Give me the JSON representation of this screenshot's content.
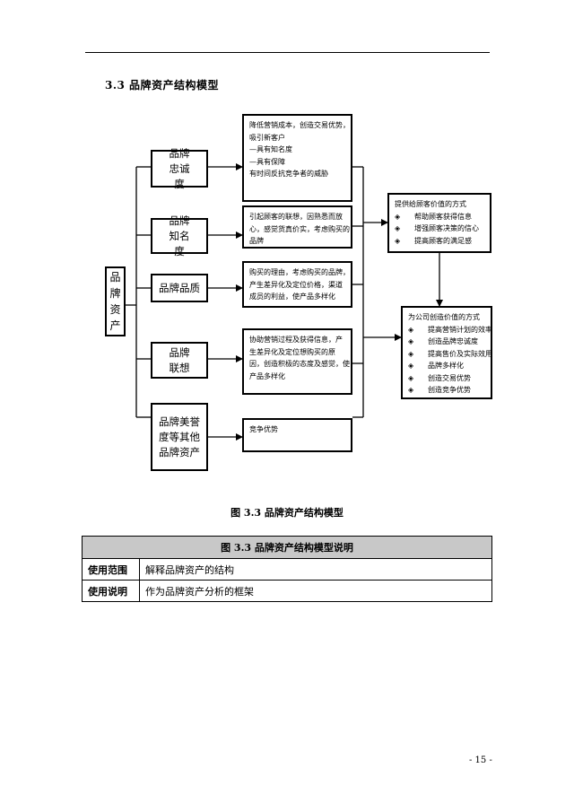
{
  "section_title": "3.3  品牌资产结构模型",
  "root_node": "品牌资产",
  "asset_nodes": [
    "品牌忠诚度",
    "品牌知名度",
    "品牌品质",
    "品牌联想",
    "品牌美誉度等其他品牌资产"
  ],
  "descriptions": [
    [
      "降低营销成本，创造交易优势，",
      "吸引新客户",
      "—具有知名度",
      "—具有保障",
      "有时间反抗竞争者的威胁"
    ],
    [
      "引起顾客的联想，因熟悉而放",
      "心，感觉货真价实，考虑购买的",
      "品牌"
    ],
    [
      "购买的理由，考虑购买的品牌，",
      "产生差异化及定位价格，渠道",
      "成员的利益，使产品多样化"
    ],
    [
      "协助营销过程及获得信息，产",
      "生差异化及定位想购买的原",
      "因，创造积极的态度及感觉，使",
      "产品多样化"
    ],
    [
      "竞争优势"
    ]
  ],
  "customer_value": {
    "title": "提供给顾客价值的方式",
    "items": [
      "帮助顾客获得信息",
      "增强顾客决策的信心",
      "提高顾客的满足感"
    ]
  },
  "company_value": {
    "title": "为公司创造价值的方式",
    "items": [
      "提高营销计划的效率",
      "创造品牌忠诚度",
      "提高售价及实际效用",
      "品牌多样化",
      "创造交易优势",
      "创造竞争优势"
    ]
  },
  "bullet_glyph": "◈",
  "figure_caption": "图 3.3  品牌资产结构模型",
  "legend": {
    "title": "图 3.3  品牌资产结构模型说明",
    "rows": [
      {
        "key": "使用范围",
        "value": "解释品牌资产的结构"
      },
      {
        "key": "使用说明",
        "value": "作为品牌资产分析的框架"
      }
    ]
  },
  "page_number": "- 15 -"
}
